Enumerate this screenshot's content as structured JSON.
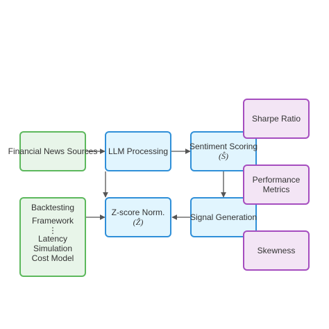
{
  "nodes": {
    "news": {
      "label": "Financial News Sources"
    },
    "llm": {
      "label": "LLM Processing"
    },
    "sentiment": {
      "label": "Sentiment Scoring",
      "sub": "(Ŝ)"
    },
    "zscore": {
      "label": "Z-score Norm.",
      "sub": "(Ẑ)"
    },
    "signal": {
      "label": "Signal Generation"
    },
    "backtest": {
      "title": "Backtesting",
      "title2": "Framework",
      "dots": "⋮",
      "lines": [
        "Latency",
        "Simulation",
        "Cost Model"
      ]
    },
    "sharpe": {
      "label": "Sharpe Ratio"
    },
    "performance": {
      "label1": "Performance",
      "label2": "Metrics"
    },
    "skewness": {
      "label": "Skewness"
    }
  },
  "colors": {
    "green_fill": "#e8f5e9",
    "green_border": "#5cb85c",
    "blue_fill": "#e1f5fe",
    "blue_border": "#2f8fd8",
    "purple_fill": "#f3e5f5",
    "purple_border": "#a54dbf",
    "edge": "#555555"
  }
}
